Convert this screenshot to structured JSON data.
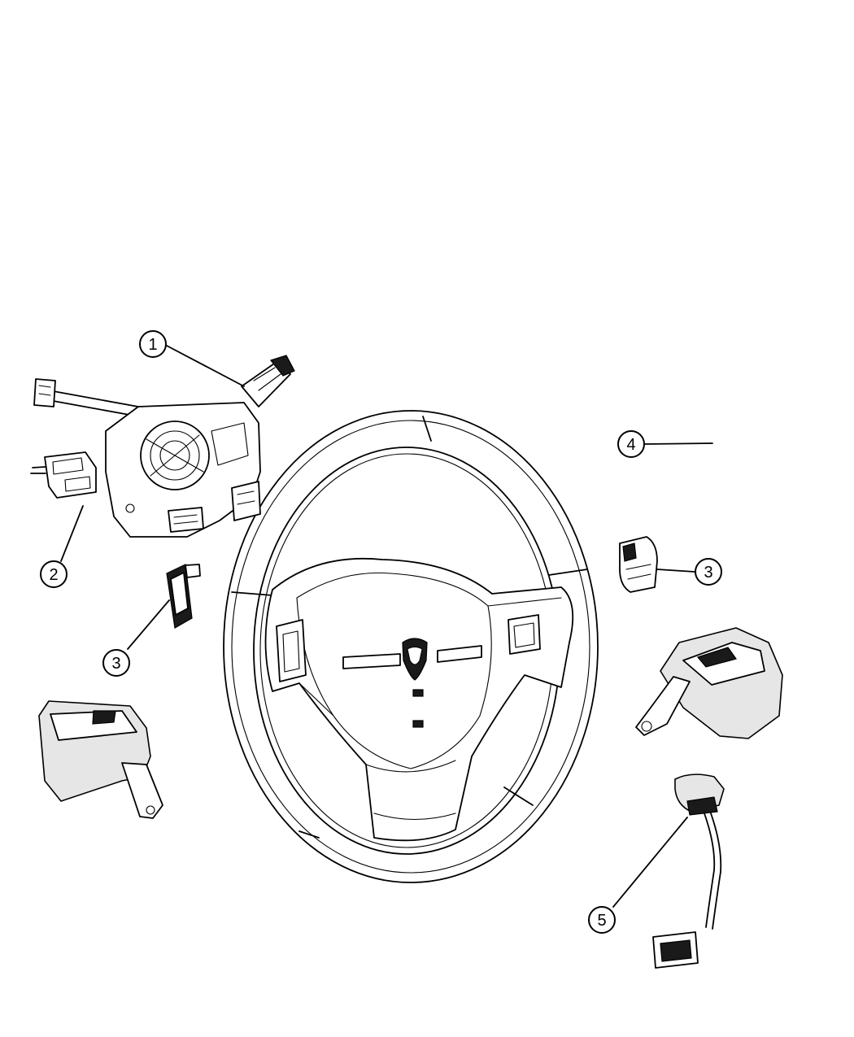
{
  "callouts": [
    {
      "id": "callout-1",
      "label": "1"
    },
    {
      "id": "callout-2",
      "label": "2"
    },
    {
      "id": "callout-3-left",
      "label": "3"
    },
    {
      "id": "callout-3-right",
      "label": "3"
    },
    {
      "id": "callout-4",
      "label": "4"
    },
    {
      "id": "callout-5",
      "label": "5"
    }
  ]
}
